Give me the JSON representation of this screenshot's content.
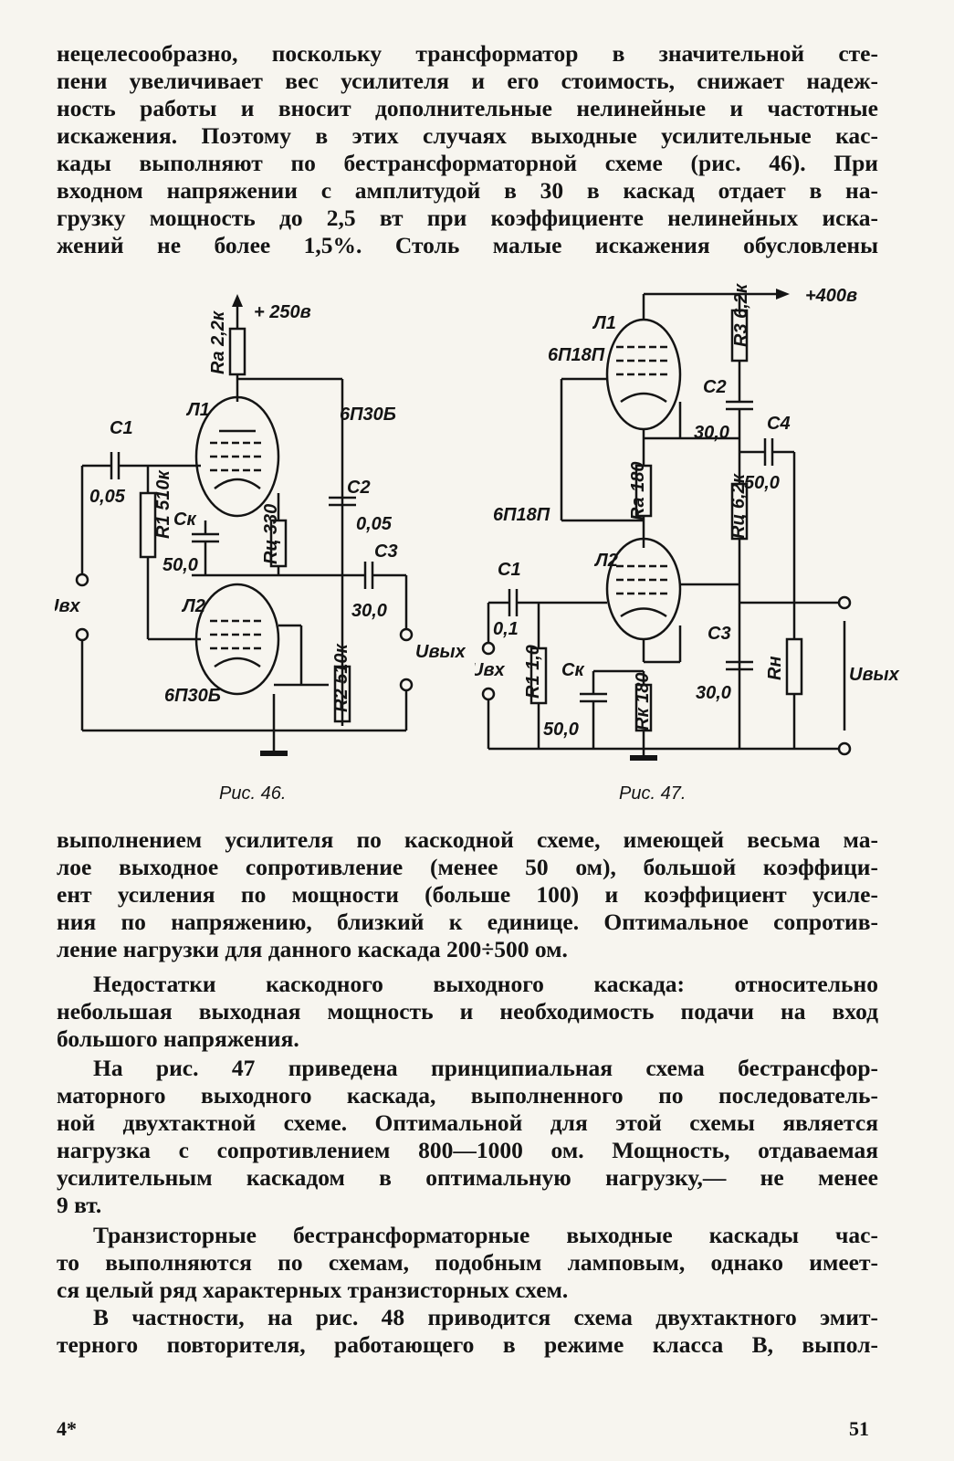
{
  "paragraphs": {
    "p1": [
      "нецелесообразно, поскольку трансформатор в значительной сте-",
      "пени увеличивает вес усилителя и его стоимость, снижает надеж-",
      "ность работы и вносит дополнительные нелинейные и частотные",
      "искажения. Поэтому в этих случаях выходные усилительные кас-",
      "кады выполняют по бестрансформаторной схеме (рис. 46). При",
      "входном напряжении с амплитудой в 30 в каскад отдает в на-",
      "грузку мощность до 2,5 вт при коэффициенте нелинейных иска-",
      "жений не более 1,5%. Столь малые искажения обусловлены"
    ],
    "p2": [
      "выполнением усилителя по каскодной схеме, имеющей весьма ма-",
      "лое выходное сопротивление (менее 50 ом), большой коэффици-",
      "ент усиления по мощности (больше 100) и коэффициент усиле-",
      "ния по напряжению, близкий к единице. Оптимальное сопротив-",
      "ление нагрузки для данного каскада 200÷500 ом."
    ],
    "p3": [
      "Недостатки каскодного выходного каскада: относительно",
      "небольшая выходная мощность и необходимость подачи на вход",
      "большого напряжения."
    ],
    "p4": [
      "На рис. 47 приведена принципиальная схема бестрансфор-",
      "маторного выходного каскада, выполненного по последователь-",
      "ной двухтактной схеме. Оптимальной для этой схемы является",
      "нагрузка с сопротивлением 800—1000 ом. Мощность, отдаваемая",
      "усилительным каскадом в оптимальную нагрузку,— не менее",
      "9 вт."
    ],
    "p5": [
      "Транзисторные бестрансформаторные выходные каскады час-",
      "то выполняются по схемам, подобным ламповым, однако имеет-",
      "ся целый ряд характерных транзисторных схем."
    ],
    "p6": [
      "В частности, на рис. 48 приводится схема двухтактного эмит-",
      "терного повторителя, работающего в режиме класса B, выпол-"
    ]
  },
  "figures": {
    "fig46": {
      "caption": "Рис. 46.",
      "labels": {
        "supply": "+ 250в",
        "ra": "Rа 2,2к",
        "l1": "Л1",
        "tube1": "6П30Б",
        "c1": "C1",
        "c1_val": "0,05",
        "r1": "R1 510к",
        "ck": "Cк",
        "ck_val": "50,0",
        "rc": "Rц 330",
        "c2": "C2",
        "c2_val": "0,05",
        "c3": "C3",
        "c3_val": "30,0",
        "uin": "Uвх",
        "uout": "Uвых",
        "l2": "Л2",
        "tube2": "6П30Б",
        "r2": "R2 510к"
      }
    },
    "fig47": {
      "caption": "Рис. 47.",
      "labels": {
        "supply": "+400в",
        "l1": "Л1",
        "tube1": "6П18П",
        "r3": "R3 6,2к",
        "c2": "C2",
        "c2_val": "30,0",
        "c4": "C4",
        "c4_val": "50,0",
        "ra": "Rа 180",
        "tube2_label": "6П18П",
        "r4": "Rц 6,2к",
        "l2": "Л2",
        "c1": "C1",
        "c1_val": "0,1",
        "uin": "Uвх",
        "r1": "R1 1,0",
        "ck": "Cк",
        "ck_val": "50,0",
        "rk": "Rк 180",
        "c3": "C3",
        "c3_val": "30,0",
        "rn": "Rн",
        "uout": "Uвых"
      }
    }
  },
  "footer": {
    "left": "4*",
    "right": "51"
  }
}
